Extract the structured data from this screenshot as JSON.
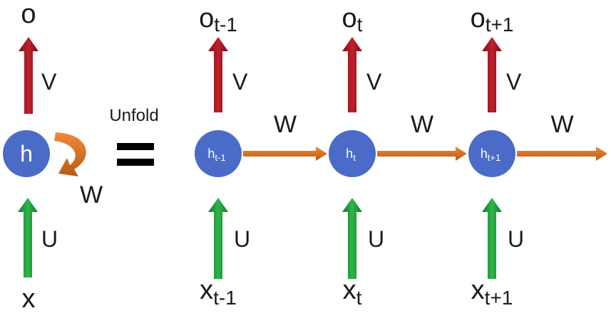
{
  "colors": {
    "node": "#4a6cc8",
    "node_stroke": "#2f4fa8",
    "arrow_v": "#c0202c",
    "arrow_v_dark": "#7a0f18",
    "arrow_u": "#2fb54a",
    "arrow_u_dark": "#137a28",
    "arrow_w": "#f08a3a",
    "arrow_w_dark": "#b85a12",
    "text": "#1a1a1a",
    "node_text": "#ffffff"
  },
  "folded": {
    "output": {
      "base": "o",
      "sub": ""
    },
    "input": {
      "base": "x",
      "sub": ""
    },
    "hidden": {
      "base": "h",
      "sub": ""
    },
    "v_label": "V",
    "u_label": "U",
    "w_label": "W"
  },
  "unfold_label": "Unfold",
  "steps": [
    {
      "output": {
        "base": "o",
        "sub": "t-1"
      },
      "input": {
        "base": "x",
        "sub": "t-1"
      },
      "hidden": {
        "base": "h",
        "sub": "t-1"
      },
      "v_label": "V",
      "u_label": "U",
      "w_label": "W"
    },
    {
      "output": {
        "base": "o",
        "sub": "t"
      },
      "input": {
        "base": "x",
        "sub": "t"
      },
      "hidden": {
        "base": "h",
        "sub": "t"
      },
      "v_label": "V",
      "u_label": "U",
      "w_label": "W"
    },
    {
      "output": {
        "base": "o",
        "sub": "t+1"
      },
      "input": {
        "base": "x",
        "sub": "t+1"
      },
      "hidden": {
        "base": "h",
        "sub": "t+1"
      },
      "v_label": "V",
      "u_label": "U",
      "w_label": "W"
    }
  ]
}
